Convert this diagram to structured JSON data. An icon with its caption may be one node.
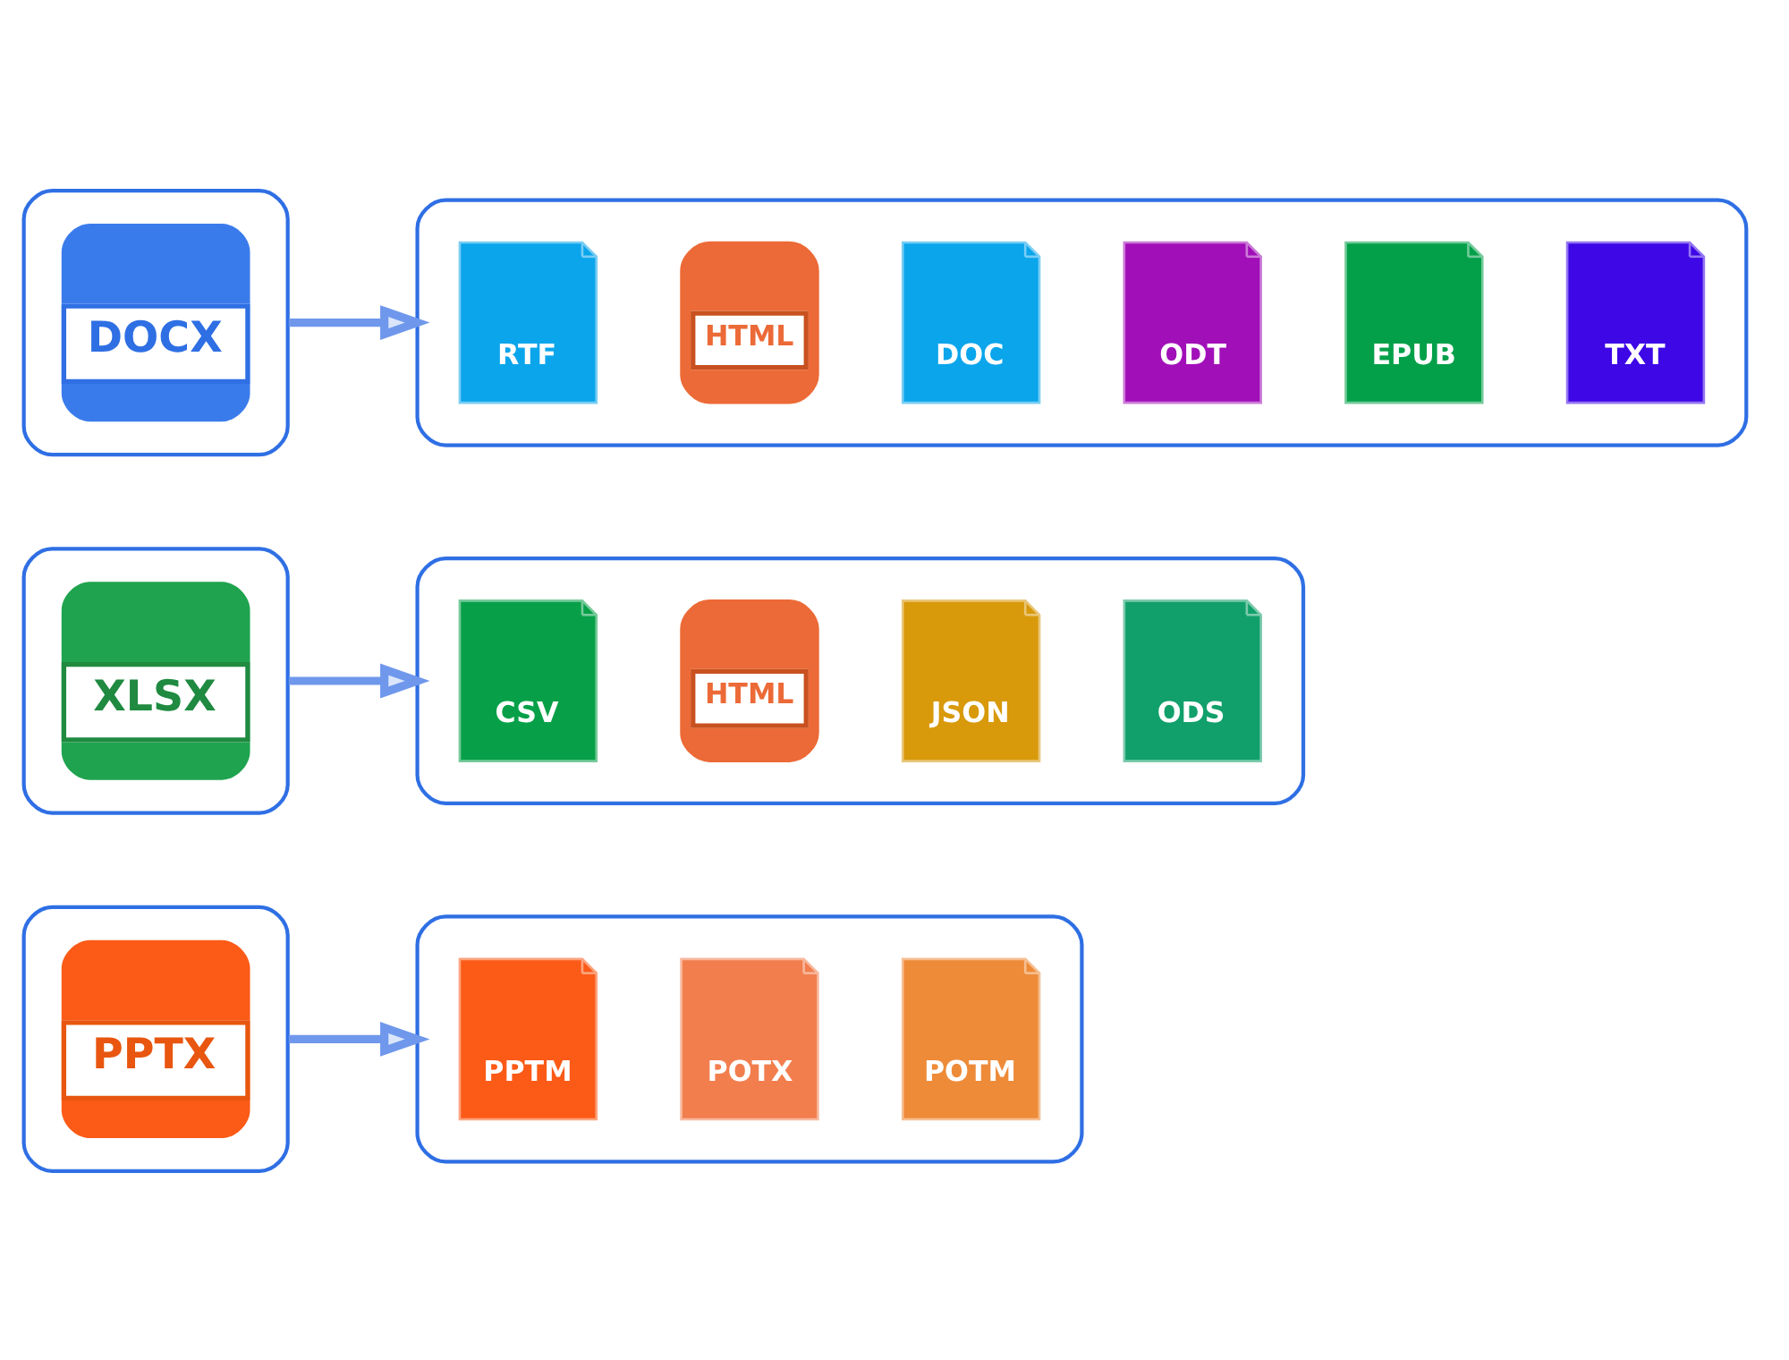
{
  "diagram": {
    "nodes": [
      {
        "text": [
          "DOCX"
        ]
      },
      {
        "text": [],
        "shape": "box"
      },
      {
        "text": [
          "RTF"
        ],
        "in": 1
      },
      {
        "text": [
          "HTML"
        ],
        "in": 1
      },
      {
        "text": [
          "DOC"
        ],
        "in": 1
      },
      {
        "text": [
          "ODT"
        ],
        "in": 1
      },
      {
        "text": [
          "EPUB"
        ],
        "in": 1
      },
      {
        "text": [
          "TXT"
        ],
        "in": 1
      },
      {
        "text": [
          "XLSX"
        ]
      },
      {
        "text": [],
        "shape": "box"
      },
      {
        "text": [
          "CSV"
        ],
        "in": 9
      },
      {
        "text": [
          "HTML"
        ],
        "in": 9
      },
      {
        "text": [
          "JSON"
        ],
        "in": 9
      },
      {
        "text": [
          "ODS"
        ],
        "in": 9
      },
      {
        "text": [
          "PPTX"
        ]
      },
      {
        "text": [],
        "shape": "box"
      },
      {
        "text": [
          "PPTM"
        ],
        "in": 15
      },
      {
        "text": [
          "POTX"
        ],
        "in": 15
      },
      {
        "text": [
          "POTM"
        ],
        "in": 15
      }
    ],
    "edges": [
      {
        "from": 0,
        "to": 1,
        "arrow": "to"
      },
      {
        "from": 8,
        "to": 9,
        "arrow": "to"
      },
      {
        "from": 14,
        "to": 15,
        "arrow": "to"
      }
    ]
  }
}
